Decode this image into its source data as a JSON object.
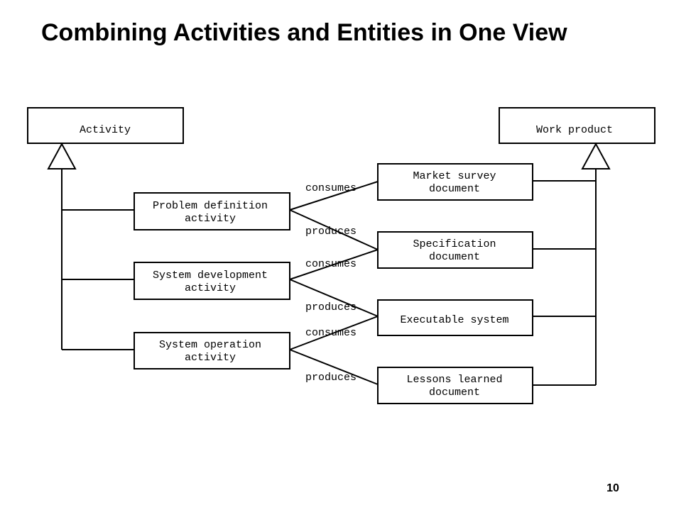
{
  "slide": {
    "title": "Combining Activities and Entities in One View",
    "page_number": "10"
  },
  "diagram": {
    "activity_superclass": "Activity",
    "work_product_superclass": "Work product",
    "activities": [
      {
        "line1": "Problem definition",
        "line2": "activity"
      },
      {
        "line1": "System development",
        "line2": "activity"
      },
      {
        "line1": "System operation",
        "line2": "activity"
      }
    ],
    "work_products": [
      {
        "line1": "Market survey",
        "line2": "document"
      },
      {
        "line1": "Specification",
        "line2": "document"
      },
      {
        "line1": "Executable system",
        "line2": ""
      },
      {
        "line1": "Lessons learned",
        "line2": "document"
      }
    ],
    "associations": [
      {
        "label": "consumes"
      },
      {
        "label": "produces"
      },
      {
        "label": "consumes"
      },
      {
        "label": "produces"
      },
      {
        "label": "consumes"
      },
      {
        "label": "produces"
      }
    ]
  }
}
